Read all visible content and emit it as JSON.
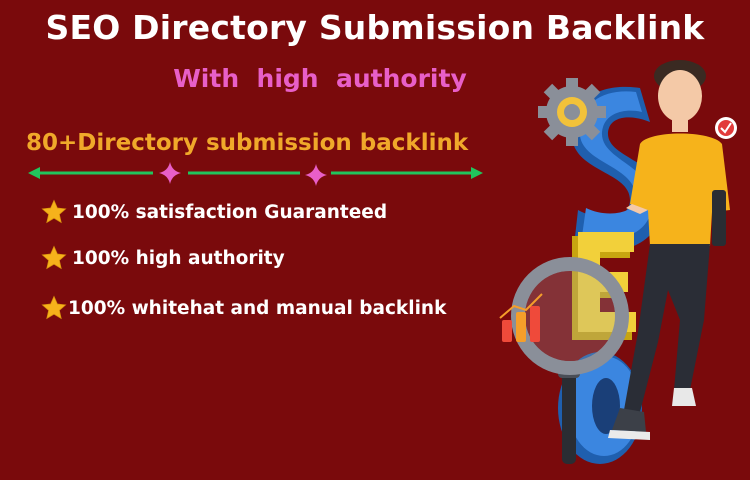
{
  "title": "SEO Directory Submission Backlink",
  "subtitle": "With  high  authority",
  "headline": "80+Directory submission backlink",
  "features": [
    {
      "text": "100% satisfaction Guaranteed",
      "icon": "star-icon"
    },
    {
      "text": "100% high authority",
      "icon": "star-icon"
    },
    {
      "text": "100% whitehat and manual backlink",
      "icon": "star-icon"
    }
  ],
  "colors": {
    "background": "#7a0a0c",
    "title": "#ffffff",
    "subtitle": "#e85fc8",
    "headline": "#f0a92a",
    "arrow": "#21c55d",
    "sparkle": "#e85fc8",
    "star": "#f6b21b"
  },
  "illustration": {
    "letters": [
      "S",
      "E",
      "O"
    ],
    "elements": [
      "gear-icon",
      "magnifier-icon",
      "bar-chart-icon",
      "check-badge-icon",
      "person-figure"
    ]
  }
}
